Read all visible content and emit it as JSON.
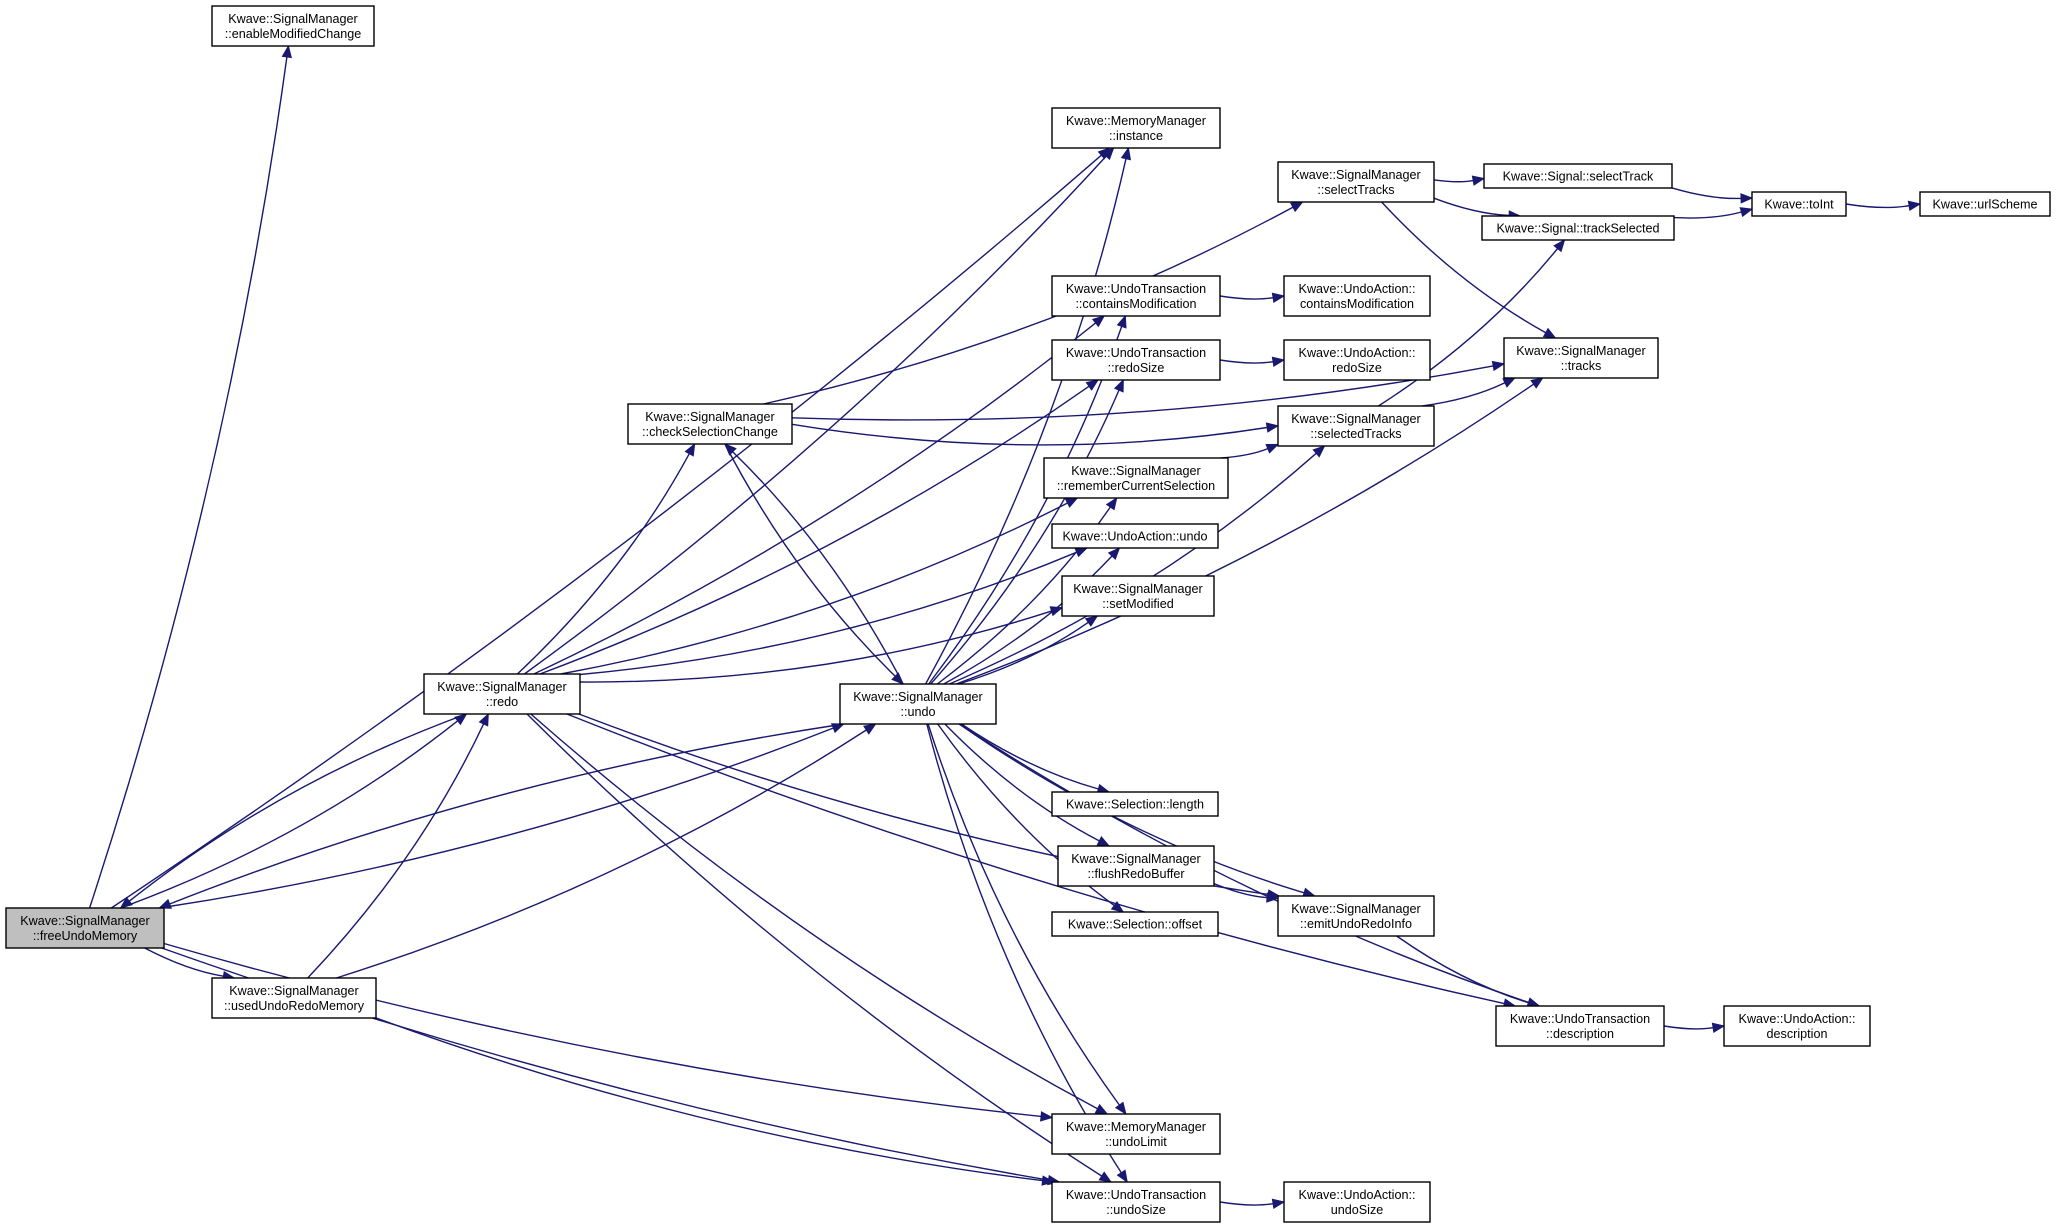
{
  "nodes": [
    {
      "id": "freeUndoMemory",
      "lines": [
        "Kwave::SignalManager",
        "::freeUndoMemory"
      ],
      "root": true
    },
    {
      "id": "enableModifiedChange",
      "lines": [
        "Kwave::SignalManager",
        "::enableModifiedChange"
      ]
    },
    {
      "id": "redo",
      "lines": [
        "Kwave::SignalManager",
        "::redo"
      ]
    },
    {
      "id": "usedUndoRedoMemory",
      "lines": [
        "Kwave::SignalManager",
        "::usedUndoRedoMemory"
      ]
    },
    {
      "id": "checkSelectionChange",
      "lines": [
        "Kwave::SignalManager",
        "::checkSelectionChange"
      ]
    },
    {
      "id": "undo",
      "lines": [
        "Kwave::SignalManager",
        "::undo"
      ]
    },
    {
      "id": "mmInstance",
      "lines": [
        "Kwave::MemoryManager",
        "::instance"
      ]
    },
    {
      "id": "utContainsModification",
      "lines": [
        "Kwave::UndoTransaction",
        "::containsModification"
      ]
    },
    {
      "id": "utRedoSize",
      "lines": [
        "Kwave::UndoTransaction",
        "::redoSize"
      ]
    },
    {
      "id": "rememberCurrentSelection",
      "lines": [
        "Kwave::SignalManager",
        "::rememberCurrentSelection"
      ]
    },
    {
      "id": "uaUndo",
      "lines": [
        "Kwave::UndoAction::undo"
      ]
    },
    {
      "id": "setModified",
      "lines": [
        "Kwave::SignalManager",
        "::setModified"
      ]
    },
    {
      "id": "selLength",
      "lines": [
        "Kwave::Selection::length"
      ]
    },
    {
      "id": "flushRedoBuffer",
      "lines": [
        "Kwave::SignalManager",
        "::flushRedoBuffer"
      ]
    },
    {
      "id": "selOffset",
      "lines": [
        "Kwave::Selection::offset"
      ]
    },
    {
      "id": "mmUndoLimit",
      "lines": [
        "Kwave::MemoryManager",
        "::undoLimit"
      ]
    },
    {
      "id": "utUndoSize",
      "lines": [
        "Kwave::UndoTransaction",
        "::undoSize"
      ]
    },
    {
      "id": "selectTracks",
      "lines": [
        "Kwave::SignalManager",
        "::selectTracks"
      ]
    },
    {
      "id": "uaContainsModification",
      "lines": [
        "Kwave::UndoAction::",
        "containsModification"
      ]
    },
    {
      "id": "uaRedoSize",
      "lines": [
        "Kwave::UndoAction::",
        "redoSize"
      ]
    },
    {
      "id": "selectedTracks",
      "lines": [
        "Kwave::SignalManager",
        "::selectedTracks"
      ]
    },
    {
      "id": "emitUndoRedoInfo",
      "lines": [
        "Kwave::SignalManager",
        "::emitUndoRedoInfo"
      ]
    },
    {
      "id": "utDescription",
      "lines": [
        "Kwave::UndoTransaction",
        "::description"
      ]
    },
    {
      "id": "uaUndoSize",
      "lines": [
        "Kwave::UndoAction::",
        "undoSize"
      ]
    },
    {
      "id": "sigSelectTrack",
      "lines": [
        "Kwave::Signal::selectTrack"
      ]
    },
    {
      "id": "sigTrackSelected",
      "lines": [
        "Kwave::Signal::trackSelected"
      ]
    },
    {
      "id": "tracks",
      "lines": [
        "Kwave::SignalManager",
        "::tracks"
      ]
    },
    {
      "id": "uaDescription",
      "lines": [
        "Kwave::UndoAction::",
        "description"
      ]
    },
    {
      "id": "toInt",
      "lines": [
        "Kwave::toInt"
      ]
    },
    {
      "id": "urlScheme",
      "lines": [
        "Kwave::urlScheme"
      ]
    }
  ],
  "edges": [
    [
      "freeUndoMemory",
      "enableModifiedChange"
    ],
    [
      "freeUndoMemory",
      "mmInstance"
    ],
    [
      "freeUndoMemory",
      "redo"
    ],
    [
      "freeUndoMemory",
      "undo"
    ],
    [
      "freeUndoMemory",
      "usedUndoRedoMemory"
    ],
    [
      "freeUndoMemory",
      "mmUndoLimit"
    ],
    [
      "freeUndoMemory",
      "utUndoSize"
    ],
    [
      "redo",
      "freeUndoMemory"
    ],
    [
      "redo",
      "mmInstance"
    ],
    [
      "redo",
      "utContainsModification"
    ],
    [
      "redo",
      "utRedoSize"
    ],
    [
      "redo",
      "checkSelectionChange"
    ],
    [
      "redo",
      "rememberCurrentSelection"
    ],
    [
      "redo",
      "uaUndo"
    ],
    [
      "redo",
      "setModified"
    ],
    [
      "redo",
      "emitUndoRedoInfo"
    ],
    [
      "redo",
      "utDescription"
    ],
    [
      "redo",
      "mmUndoLimit"
    ],
    [
      "redo",
      "utUndoSize"
    ],
    [
      "undo",
      "freeUndoMemory"
    ],
    [
      "undo",
      "mmInstance"
    ],
    [
      "undo",
      "utContainsModification"
    ],
    [
      "undo",
      "utRedoSize"
    ],
    [
      "undo",
      "checkSelectionChange"
    ],
    [
      "undo",
      "rememberCurrentSelection"
    ],
    [
      "undo",
      "uaUndo"
    ],
    [
      "undo",
      "setModified"
    ],
    [
      "undo",
      "selectedTracks"
    ],
    [
      "undo",
      "tracks"
    ],
    [
      "undo",
      "selLength"
    ],
    [
      "undo",
      "flushRedoBuffer"
    ],
    [
      "undo",
      "selOffset"
    ],
    [
      "undo",
      "emitUndoRedoInfo"
    ],
    [
      "undo",
      "utDescription"
    ],
    [
      "undo",
      "mmUndoLimit"
    ],
    [
      "undo",
      "utUndoSize"
    ],
    [
      "usedUndoRedoMemory",
      "redo"
    ],
    [
      "usedUndoRedoMemory",
      "undo"
    ],
    [
      "usedUndoRedoMemory",
      "utUndoSize"
    ],
    [
      "checkSelectionChange",
      "undo"
    ],
    [
      "checkSelectionChange",
      "selectTracks"
    ],
    [
      "checkSelectionChange",
      "selectedTracks"
    ],
    [
      "checkSelectionChange",
      "tracks"
    ],
    [
      "utContainsModification",
      "uaContainsModification"
    ],
    [
      "utRedoSize",
      "uaRedoSize"
    ],
    [
      "rememberCurrentSelection",
      "selectedTracks"
    ],
    [
      "flushRedoBuffer",
      "emitUndoRedoInfo"
    ],
    [
      "emitUndoRedoInfo",
      "utDescription"
    ],
    [
      "utUndoSize",
      "uaUndoSize"
    ],
    [
      "utDescription",
      "uaDescription"
    ],
    [
      "selectTracks",
      "sigSelectTrack"
    ],
    [
      "selectTracks",
      "sigTrackSelected"
    ],
    [
      "selectTracks",
      "tracks"
    ],
    [
      "selectedTracks",
      "sigTrackSelected"
    ],
    [
      "selectedTracks",
      "tracks"
    ],
    [
      "sigSelectTrack",
      "toInt"
    ],
    [
      "sigTrackSelected",
      "toInt"
    ],
    [
      "toInt",
      "urlScheme"
    ]
  ]
}
